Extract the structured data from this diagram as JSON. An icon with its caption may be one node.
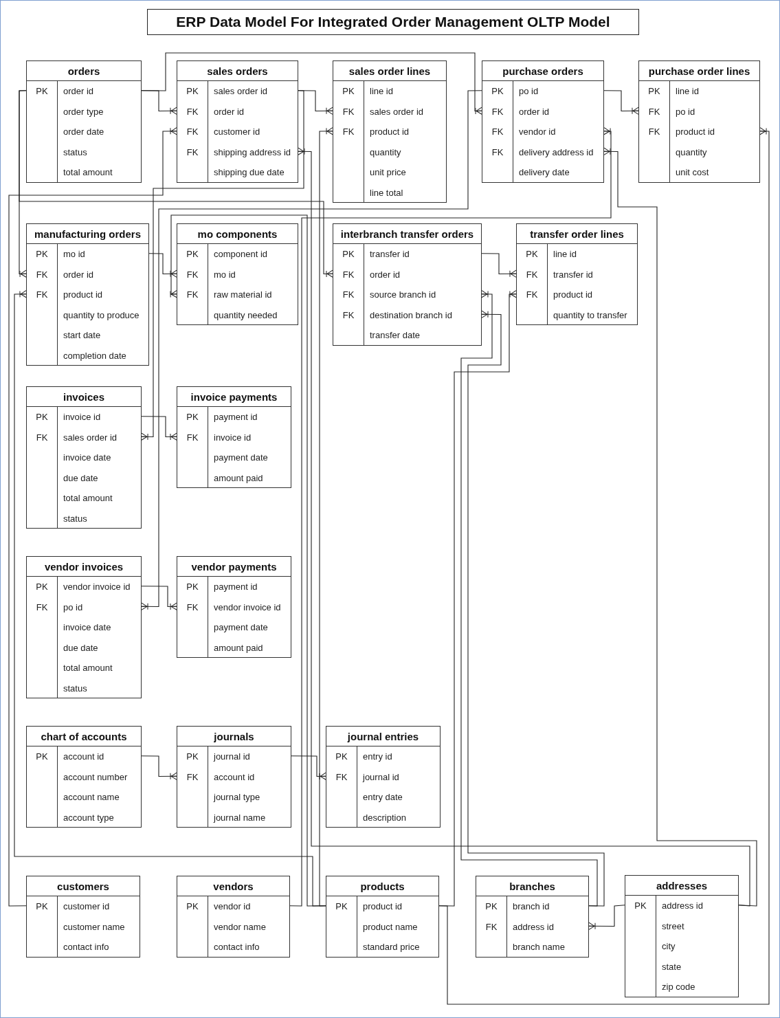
{
  "diagram": {
    "title": "ERP Data Model For Integrated Order Management OLTP Model",
    "nodes": [
      {
        "text": [
          "orders",
          "PK",
          "order id",
          "order type",
          "order date",
          "status",
          "total amount"
        ]
      },
      {
        "text": [
          "sales orders",
          "PK",
          "sales order id",
          "FK",
          "order id",
          "FK",
          "customer id",
          "FK",
          "shipping address id",
          "shipping due date"
        ]
      },
      {
        "text": [
          "sales order lines",
          "PK",
          "line id",
          "FK",
          "sales order id",
          "FK",
          "product id",
          "quantity",
          "unit price",
          "line total"
        ]
      },
      {
        "text": [
          "purchase orders",
          "PK",
          "po id",
          "FK",
          "order id",
          "FK",
          "vendor id",
          "FK",
          "delivery address id",
          "delivery date"
        ]
      },
      {
        "text": [
          "purchase order lines",
          "PK",
          "line id",
          "FK",
          "po id",
          "FK",
          "product id",
          "quantity",
          "unit cost"
        ]
      },
      {
        "text": [
          "manufacturing orders",
          "PK",
          "mo id",
          "FK",
          "order id",
          "FK",
          "product id",
          "quantity to produce",
          "start date",
          "completion date"
        ]
      },
      {
        "text": [
          "mo components",
          "PK",
          "component id",
          "FK",
          "mo id",
          "FK",
          "raw material id",
          "quantity needed"
        ]
      },
      {
        "text": [
          "interbranch transfer orders",
          "PK",
          "transfer id",
          "FK",
          "order id",
          "FK",
          "source branch id",
          "FK",
          "destination branch id",
          "transfer date"
        ]
      },
      {
        "text": [
          "transfer order lines",
          "PK",
          "line id",
          "FK",
          "transfer id",
          "FK",
          "product id",
          "quantity to transfer"
        ]
      },
      {
        "text": [
          "invoices",
          "PK",
          "invoice id",
          "FK",
          "sales order id",
          "invoice date",
          "due date",
          "total amount",
          "status"
        ]
      },
      {
        "text": [
          "invoice payments",
          "PK",
          "payment id",
          "FK",
          "invoice id",
          "payment date",
          "amount paid"
        ]
      },
      {
        "text": [
          "vendor invoices",
          "PK",
          "vendor invoice id",
          "FK",
          "po id",
          "invoice date",
          "due date",
          "total amount",
          "status"
        ]
      },
      {
        "text": [
          "vendor payments",
          "PK",
          "payment id",
          "FK",
          "vendor invoice id",
          "payment date",
          "amount paid"
        ]
      },
      {
        "text": [
          "chart of accounts",
          "PK",
          "account id",
          "account number",
          "account name",
          "account type"
        ]
      },
      {
        "text": [
          "journals",
          "PK",
          "journal id",
          "FK",
          "account id",
          "journal type",
          "journal name"
        ]
      },
      {
        "text": [
          "journal entries",
          "PK",
          "entry id",
          "FK",
          "journal id",
          "entry date",
          "description"
        ]
      },
      {
        "text": [
          "customers",
          "PK",
          "customer id",
          "customer name",
          "contact info"
        ]
      },
      {
        "text": [
          "vendors",
          "PK",
          "vendor id",
          "vendor name",
          "contact info"
        ]
      },
      {
        "text": [
          "products",
          "PK",
          "product id",
          "product name",
          "standard price"
        ]
      },
      {
        "text": [
          "branches",
          "PK",
          "branch id",
          "FK",
          "address id",
          "branch name"
        ]
      },
      {
        "text": [
          "addresses",
          "PK",
          "address id",
          "street",
          "city",
          "state",
          "zip code"
        ]
      }
    ],
    "edges": [
      {
        "from": 0,
        "to": 1,
        "arrow": "other"
      },
      {
        "from": 1,
        "to": 2,
        "arrow": "other"
      },
      {
        "from": 0,
        "to": 3,
        "arrow": "other"
      },
      {
        "from": 3,
        "to": 4,
        "arrow": "other"
      },
      {
        "from": 0,
        "to": 5,
        "arrow": "other"
      },
      {
        "from": 18,
        "to": 5,
        "arrow": "other"
      },
      {
        "from": 5,
        "to": 6,
        "arrow": "other"
      },
      {
        "from": 18,
        "to": 6,
        "arrow": "other"
      },
      {
        "from": 0,
        "to": 7,
        "arrow": "other"
      },
      {
        "from": 7,
        "to": 8,
        "arrow": "other"
      },
      {
        "from": 18,
        "to": 8,
        "arrow": "other"
      },
      {
        "from": 19,
        "to": 7,
        "arrow": "other"
      },
      {
        "from": 19,
        "to": 7,
        "arrow": "other"
      },
      {
        "from": 1,
        "to": 9,
        "arrow": "other"
      },
      {
        "from": 9,
        "to": 10,
        "arrow": "other"
      },
      {
        "from": 3,
        "to": 11,
        "arrow": "other"
      },
      {
        "from": 11,
        "to": 12,
        "arrow": "other"
      },
      {
        "from": 13,
        "to": 14,
        "arrow": "other"
      },
      {
        "from": 14,
        "to": 15,
        "arrow": "other"
      },
      {
        "from": 16,
        "to": 1,
        "arrow": "other"
      },
      {
        "from": 17,
        "to": 3,
        "arrow": "other"
      },
      {
        "from": 20,
        "to": 1,
        "arrow": "other"
      },
      {
        "from": 20,
        "to": 3,
        "arrow": "other"
      },
      {
        "from": 18,
        "to": 2,
        "arrow": "other"
      },
      {
        "from": 18,
        "to": 4,
        "arrow": "other"
      },
      {
        "from": 20,
        "to": 19,
        "arrow": "other"
      }
    ]
  }
}
